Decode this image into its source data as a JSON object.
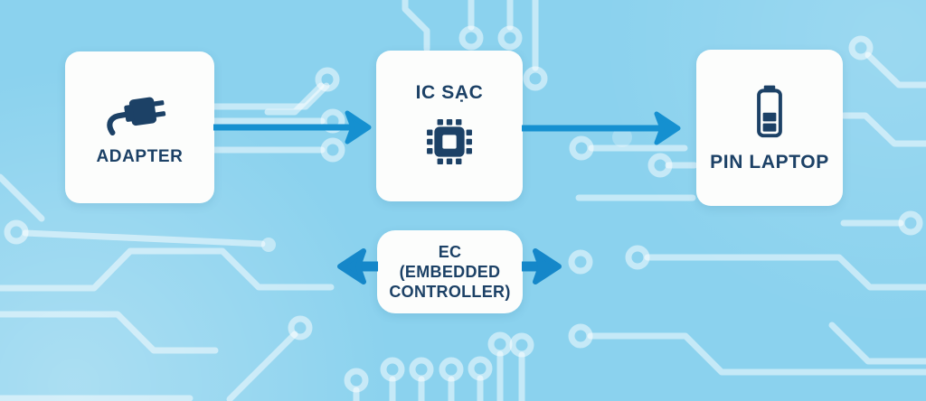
{
  "diagram": {
    "type": "flow-diagram",
    "topic": "laptop-charging-circuit",
    "nodes": {
      "adapter": {
        "label": "ADAPTER",
        "icon": "power-plug-icon"
      },
      "charging_ic": {
        "label": "IC SẠC",
        "icon": "chip-icon"
      },
      "laptop_battery": {
        "label": "PIN LAPTOP",
        "icon": "battery-icon"
      },
      "embedded_controller": {
        "lines": {
          "l1": "EC",
          "l2": "(EMBEDDED",
          "l3": "CONTROLLER)"
        }
      }
    },
    "connections": [
      {
        "from": "adapter",
        "to": "charging_ic",
        "style": "arrow-right"
      },
      {
        "from": "charging_ic",
        "to": "laptop_battery",
        "style": "arrow-right"
      },
      {
        "node": "embedded_controller",
        "style": "bidirectional-left-right"
      }
    ],
    "colors": {
      "background": "#8bd2ee",
      "circuit_trace": "#c2e9f7",
      "card": "#fcfdfc",
      "navy": "#1c4166",
      "arrow_blue": "#1590d0"
    }
  }
}
